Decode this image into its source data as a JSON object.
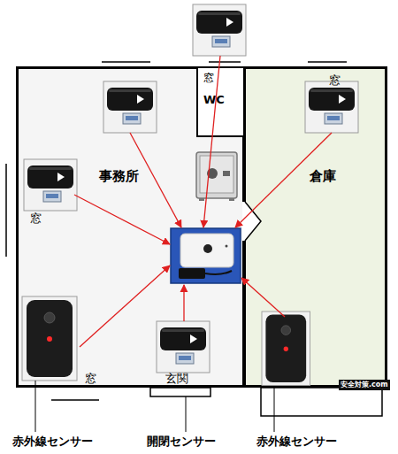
{
  "diagram": {
    "nodes": [
      {
        "text": [
          "事務所"
        ]
      },
      {
        "text": [
          "WC"
        ],
        "in": 0
      },
      {
        "text": [
          "倉庫"
        ]
      }
    ],
    "labels": [
      "窓",
      "窓",
      "窓",
      "窓",
      "玄関",
      "安全対策.com",
      "赤外線センサー",
      "開閉センサー",
      "赤外線センサー"
    ]
  }
}
